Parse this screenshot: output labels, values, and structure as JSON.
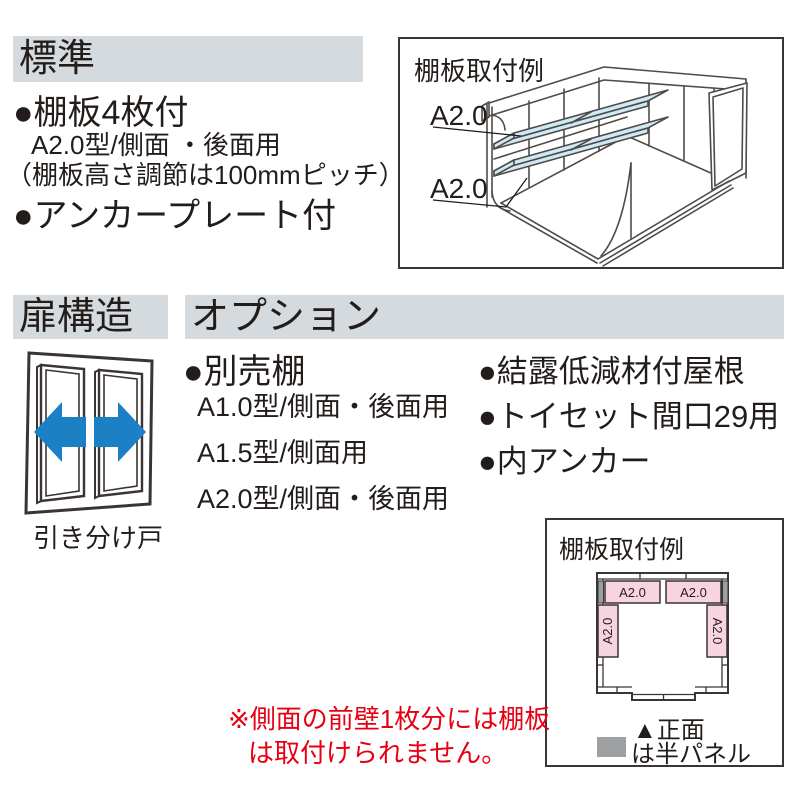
{
  "standard": {
    "header": "標準",
    "item_shelf": "●棚板4枚付",
    "item_shelf_type": "A2.0型/側面 ・後面用",
    "item_shelf_note": "（棚板高さ調節は100mmピッチ）",
    "item_anchor": "●アンカープレート付"
  },
  "top_example": {
    "title": "棚板取付例",
    "label_upper": "A2.0",
    "label_lower": "A2.0"
  },
  "door": {
    "header": "扉構造",
    "caption": "引き分け戸"
  },
  "options": {
    "header": "オプション",
    "shelf_item": "●別売棚",
    "shelf_types": [
      "A1.0型/側面・後面用",
      "A1.5型/側面用",
      "A2.0型/側面・後面用"
    ],
    "others": [
      "●結露低減材付屋根",
      "●トイセット間口29用",
      "●内アンカー"
    ]
  },
  "bottom_example": {
    "title": "棚板取付例",
    "label_back_left": "A2.0",
    "label_back_right": "A2.0",
    "label_side_left": "A2.0",
    "label_side_right": "A2.0",
    "legend_front": "▲正面",
    "legend_half": "は半パネル"
  },
  "note": {
    "line1": "※側面の前壁1枚分には棚板",
    "line2": "は取付けられません。"
  },
  "colors": {
    "header_bar": "#d4dadd",
    "text": "#221d1a",
    "arrow_blue": "#1c80c5",
    "shelf_blue": "#cfe9f7",
    "shelf_pink": "#f8d3e2",
    "half_panel_gray": "#9e9fa0",
    "note_red": "#e60012",
    "line_art": "#4f4b48"
  }
}
